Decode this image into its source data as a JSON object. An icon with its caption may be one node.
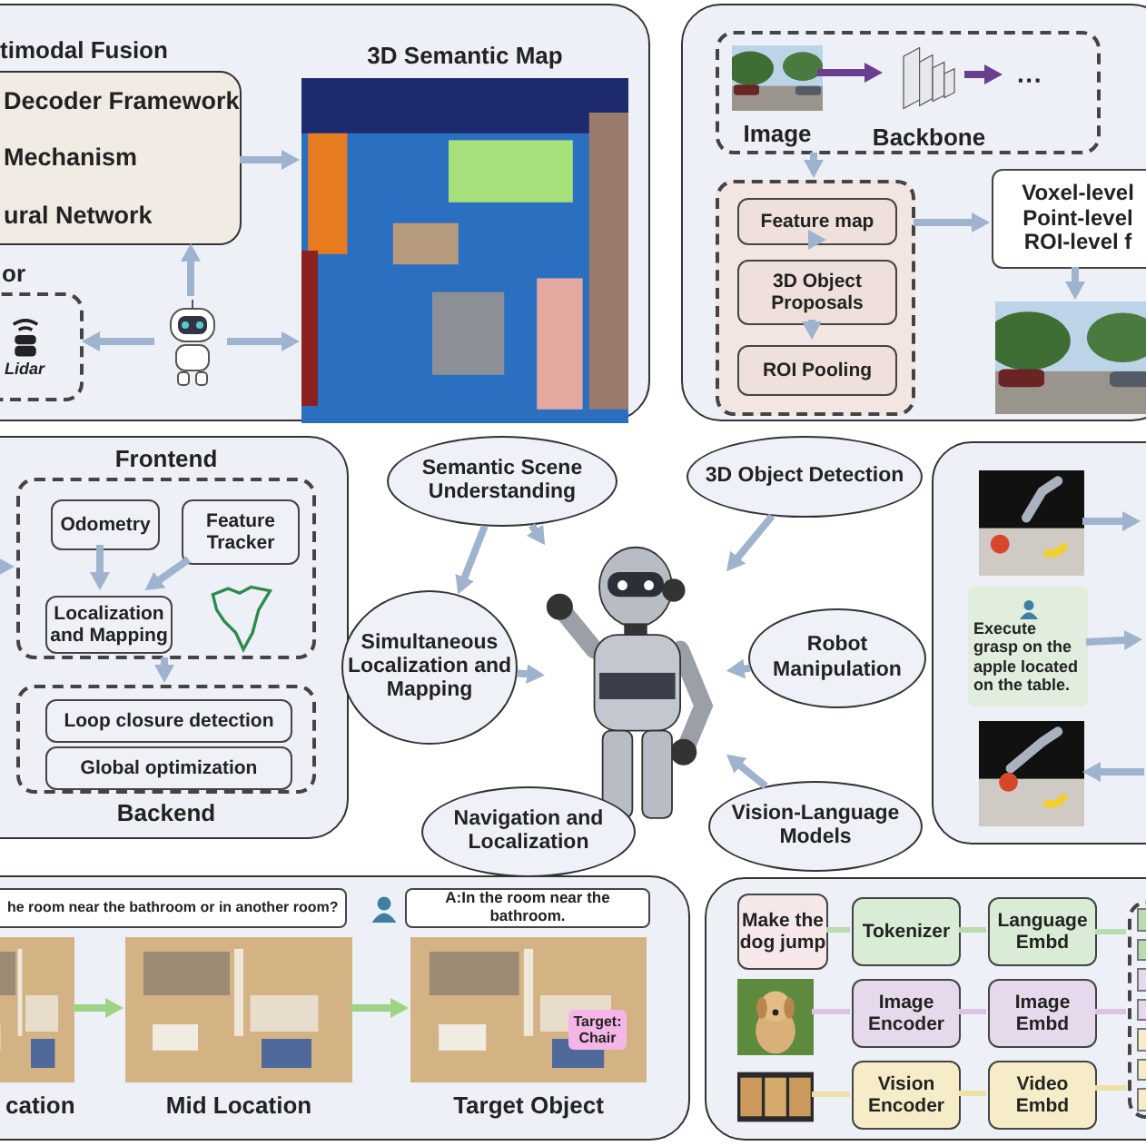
{
  "diagram": {
    "nodes": [
      {
        "text": [],
        "shape": "box"
      },
      {
        "text": [
          "timodal Fusion",
          "Decoder Framework",
          "Mechanism",
          "ural Network"
        ],
        "in": 0
      },
      {
        "text": [
          "3D Semantic Map"
        ],
        "in": 0
      },
      {
        "text": [
          "or",
          "Lidar"
        ],
        "in": 0
      },
      {
        "text": [],
        "shape": "picture",
        "in": 0
      },
      {
        "text": [],
        "shape": "box"
      },
      {
        "text": [],
        "shape": "box",
        "in": 5
      },
      {
        "text": [
          "Image"
        ],
        "in": 6
      },
      {
        "text": [
          "Backbone"
        ],
        "in": 6
      },
      {
        "text": [
          "···"
        ],
        "in": 6
      },
      {
        "text": [],
        "shape": "box",
        "in": 5
      },
      {
        "text": [
          "Feature map"
        ],
        "in": 10
      },
      {
        "text": [
          "3D Object Proposals"
        ],
        "in": 10
      },
      {
        "text": [
          "ROI Pooling"
        ],
        "in": 10
      },
      {
        "text": [
          "Voxel-level",
          "Point-level",
          "ROI-level f"
        ],
        "in": 5
      },
      {
        "text": [],
        "shape": "picture",
        "in": 5
      },
      {
        "text": [],
        "shape": "box"
      },
      {
        "text": [
          "Frontend"
        ],
        "in": 16
      },
      {
        "text": [
          "Odometry"
        ],
        "in": 17
      },
      {
        "text": [
          "Feature Tracker"
        ],
        "in": 17
      },
      {
        "text": [
          "Localization and Mapping"
        ],
        "in": 17
      },
      {
        "text": [],
        "shape": "picture",
        "in": 17
      },
      {
        "text": [
          "Backend"
        ],
        "in": 16
      },
      {
        "text": [
          "Loop closure detection"
        ],
        "in": 22
      },
      {
        "text": [
          "Global optimization"
        ],
        "in": 22
      },
      {
        "text": [],
        "shape": "picture"
      },
      {
        "text": [
          "Semantic Scene Understanding"
        ]
      },
      {
        "text": [
          "3D Object Detection"
        ]
      },
      {
        "text": [
          "Robot Manipulation"
        ]
      },
      {
        "text": [
          "Vision-Language Models"
        ]
      },
      {
        "text": [
          "Navigation and Localization"
        ]
      },
      {
        "text": [
          "Simultaneous Localization and Mapping"
        ]
      },
      {
        "text": [],
        "shape": "box"
      },
      {
        "text": [],
        "shape": "picture",
        "in": 32
      },
      {
        "text": [
          "Execute grasp on the apple located on the table."
        ],
        "in": 32
      },
      {
        "text": [],
        "shape": "picture",
        "in": 32
      },
      {
        "text": [],
        "shape": "box"
      },
      {
        "text": [
          "he room near the bathroom or in another room?"
        ],
        "in": 36
      },
      {
        "text": [
          "A:In the room near the bathroom."
        ],
        "in": 36
      },
      {
        "text": [
          "cation"
        ],
        "in": 36
      },
      {
        "text": [
          "Mid Location"
        ],
        "in": 36
      },
      {
        "text": [
          "Target Object"
        ],
        "in": 36
      },
      {
        "text": [
          "Target: Chair"
        ],
        "in": 41
      },
      {
        "text": [],
        "shape": "box"
      },
      {
        "text": [
          "Make the dog jump"
        ],
        "in": 43
      },
      {
        "text": [
          "Tokenizer"
        ],
        "in": 43
      },
      {
        "text": [
          "Language Embd"
        ],
        "in": 43
      },
      {
        "text": [],
        "shape": "picture",
        "in": 43
      },
      {
        "text": [
          "Image Encoder"
        ],
        "in": 43
      },
      {
        "text": [
          "Image Embd"
        ],
        "in": 43
      },
      {
        "text": [],
        "shape": "picture",
        "in": 43
      },
      {
        "text": [
          "Vision Encoder"
        ],
        "in": 43
      },
      {
        "text": [
          "Video Embd"
        ],
        "in": 43
      },
      {
        "text": [],
        "shape": "box",
        "in": 43
      }
    ],
    "edges": [
      {
        "from": 4,
        "to": 3,
        "arrow": "to"
      },
      {
        "from": 4,
        "to": 2,
        "arrow": "to"
      },
      {
        "from": 4,
        "to": 1,
        "arrow": "to"
      },
      {
        "from": 1,
        "to": 2,
        "arrow": "to"
      },
      {
        "from": 7,
        "to": 8,
        "arrow": "to",
        "color": "#6b3f8f"
      },
      {
        "from": 8,
        "to": 9,
        "arrow": "to",
        "color": "#6b3f8f"
      },
      {
        "from": 6,
        "to": 10,
        "arrow": "to"
      },
      {
        "from": 11,
        "to": 12,
        "arrow": "to"
      },
      {
        "from": 12,
        "to": 13,
        "arrow": "to"
      },
      {
        "from": 10,
        "to": 14,
        "arrow": "to"
      },
      {
        "from": 14,
        "to": 15,
        "arrow": "to"
      },
      {
        "from": null,
        "to": 17,
        "arrow": "to"
      },
      {
        "from": 18,
        "to": 20,
        "arrow": "to"
      },
      {
        "from": 19,
        "to": 20,
        "arrow": "to"
      },
      {
        "from": 17,
        "to": 22,
        "arrow": "to"
      },
      {
        "from": 26,
        "to": 25,
        "arrow": "to"
      },
      {
        "from": 26,
        "to": 31,
        "arrow": "to"
      },
      {
        "from": 27,
        "to": 25,
        "arrow": "to"
      },
      {
        "from": 28,
        "to": 25,
        "arrow": "to"
      },
      {
        "from": 31,
        "to": 25,
        "arrow": "to"
      },
      {
        "from": 29,
        "to": 25,
        "arrow": "to"
      },
      {
        "from": 33,
        "to": null,
        "arrow": "to"
      },
      {
        "from": 34,
        "to": null,
        "arrow": "to"
      },
      {
        "from": null,
        "to": 35,
        "arrow": "to"
      },
      {
        "from": 39,
        "to": 40,
        "arrow": "to",
        "color": "#9fd486"
      },
      {
        "from": 40,
        "to": 41,
        "arrow": "to",
        "color": "#9fd486"
      },
      {
        "from": 44,
        "to": 45,
        "arrow": "none",
        "color": "#b9dcae"
      },
      {
        "from": 45,
        "to": 46,
        "arrow": "none",
        "color": "#b9dcae"
      },
      {
        "from": 47,
        "to": 48,
        "arrow": "none",
        "color": "#d9c5e3"
      },
      {
        "from": 48,
        "to": 49,
        "arrow": "none",
        "color": "#d9c5e3"
      },
      {
        "from": 50,
        "to": 51,
        "arrow": "none",
        "color": "#efe0a3"
      },
      {
        "from": 51,
        "to": 52,
        "arrow": "none",
        "color": "#efe0a3"
      },
      {
        "from": 46,
        "to": 53,
        "arrow": "none",
        "color": "#b9dcae"
      },
      {
        "from": 49,
        "to": 53,
        "arrow": "none",
        "color": "#d9c5e3"
      },
      {
        "from": 52,
        "to": 53,
        "arrow": "none",
        "color": "#efe0a3"
      }
    ]
  }
}
